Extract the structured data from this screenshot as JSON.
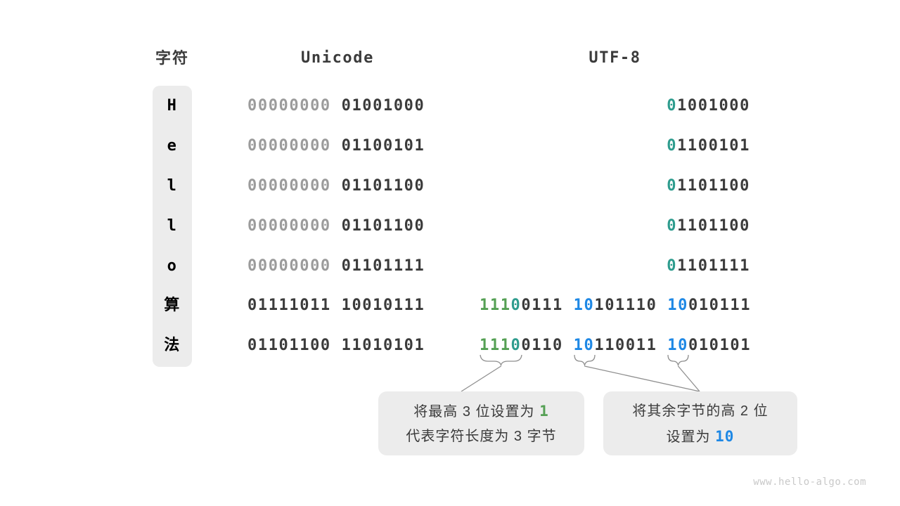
{
  "colors": {
    "dark": "#3b3b3b",
    "muted": "#9b9b9b",
    "green": "#55a054",
    "teal": "#2e9c8e",
    "blue": "#1e88e5"
  },
  "headers": {
    "char": "字符",
    "unicode": "Unicode",
    "utf8": "UTF-8"
  },
  "table": {
    "rows": [
      {
        "char": "H",
        "unicode": [
          {
            "t": "00000000 ",
            "c": "muted"
          },
          {
            "t": "01001000",
            "c": "dark"
          }
        ],
        "utf8": [
          {
            "t": "0",
            "c": "teal"
          },
          {
            "t": "1001000",
            "c": "dark"
          }
        ]
      },
      {
        "char": "e",
        "unicode": [
          {
            "t": "00000000 ",
            "c": "muted"
          },
          {
            "t": "01100101",
            "c": "dark"
          }
        ],
        "utf8": [
          {
            "t": "0",
            "c": "teal"
          },
          {
            "t": "1100101",
            "c": "dark"
          }
        ]
      },
      {
        "char": "l",
        "unicode": [
          {
            "t": "00000000 ",
            "c": "muted"
          },
          {
            "t": "01101100",
            "c": "dark"
          }
        ],
        "utf8": [
          {
            "t": "0",
            "c": "teal"
          },
          {
            "t": "1101100",
            "c": "dark"
          }
        ]
      },
      {
        "char": "l",
        "unicode": [
          {
            "t": "00000000 ",
            "c": "muted"
          },
          {
            "t": "01101100",
            "c": "dark"
          }
        ],
        "utf8": [
          {
            "t": "0",
            "c": "teal"
          },
          {
            "t": "1101100",
            "c": "dark"
          }
        ]
      },
      {
        "char": "o",
        "unicode": [
          {
            "t": "00000000 ",
            "c": "muted"
          },
          {
            "t": "01101111",
            "c": "dark"
          }
        ],
        "utf8": [
          {
            "t": "0",
            "c": "teal"
          },
          {
            "t": "1101111",
            "c": "dark"
          }
        ]
      },
      {
        "char": "算",
        "unicode": [
          {
            "t": "01111011 10010111",
            "c": "dark"
          }
        ],
        "utf8": [
          {
            "t": "111",
            "c": "green"
          },
          {
            "t": "0",
            "c": "teal"
          },
          {
            "t": "0111 ",
            "c": "dark"
          },
          {
            "t": "10",
            "c": "blue"
          },
          {
            "t": "101110 ",
            "c": "dark"
          },
          {
            "t": "10",
            "c": "blue"
          },
          {
            "t": "010111",
            "c": "dark"
          }
        ]
      },
      {
        "char": "法",
        "unicode": [
          {
            "t": "01101100 11010101",
            "c": "dark"
          }
        ],
        "utf8": [
          {
            "t": "111",
            "c": "green"
          },
          {
            "t": "0",
            "c": "teal"
          },
          {
            "t": "0110 ",
            "c": "dark"
          },
          {
            "t": "10",
            "c": "blue"
          },
          {
            "t": "110011 ",
            "c": "dark"
          },
          {
            "t": "10",
            "c": "blue"
          },
          {
            "t": "010101",
            "c": "dark"
          }
        ]
      }
    ]
  },
  "callouts": [
    {
      "lines": [
        [
          {
            "t": "将最高 3 位设置为 ",
            "c": "dark"
          },
          {
            "t": "1",
            "c": "green",
            "mono": true
          }
        ],
        [
          {
            "t": "代表字符长度为 3 字节",
            "c": "dark"
          }
        ]
      ]
    },
    {
      "lines": [
        [
          {
            "t": "将其余字节的高 2 位",
            "c": "dark"
          }
        ],
        [
          {
            "t": "设置为 ",
            "c": "dark"
          },
          {
            "t": "10",
            "c": "blue",
            "mono": true
          }
        ]
      ]
    }
  ],
  "footer": {
    "watermark": "www.hello-algo.com"
  }
}
